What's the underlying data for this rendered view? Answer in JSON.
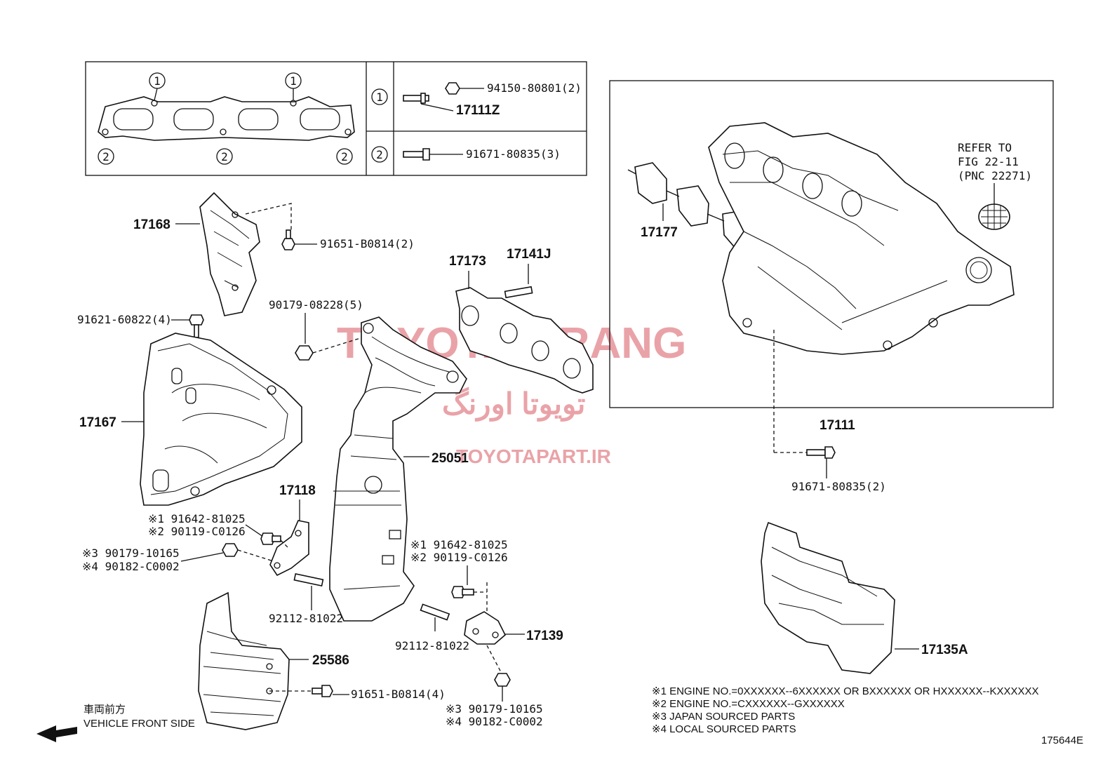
{
  "watermark": {
    "brand": "TOYOTA ORANG",
    "brand_fa": "تویوتا اورنگ",
    "site": "TOYOTAPART.IR"
  },
  "inset": {
    "circle_1": "1",
    "circle_2": "2",
    "row1_part_a": "94150-80801(2)",
    "row1_part_b": "17111Z",
    "row2_part": "91671-80835(3)"
  },
  "labels": {
    "p17168": "17168",
    "p91651_top": "91651-B0814(2)",
    "p91621": "91621-60822(4)",
    "p90179_08228": "90179-08228(5)",
    "p17173": "17173",
    "p17141J": "17141J",
    "p17177": "17177",
    "p17111": "17111",
    "refer_1": "REFER TO",
    "refer_2": "FIG 22-11",
    "refer_3": "(PNC 22271)",
    "p91671_bottom": "91671-80835(2)",
    "p17167": "17167",
    "p25051": "25051",
    "p17118": "17118",
    "left_n1": "※1 91642-81025",
    "left_n2": "※2 90119-C0126",
    "left_n3": "※3 90179-10165",
    "left_n4": "※4 90182-C0002",
    "p92112_left": "92112-81022",
    "mid_n1": "※1 91642-81025",
    "mid_n2": "※2 90119-C0126",
    "p92112_right": "92112-81022",
    "p17139": "17139",
    "p25586": "25586",
    "p91651_bottom": "91651-B0814(4)",
    "bot_n3": "※3 90179-10165",
    "bot_n4": "※4 90182-C0002",
    "p17135A": "17135A"
  },
  "front": {
    "jp": "車両前方",
    "en": "VEHICLE FRONT SIDE"
  },
  "notes": [
    "※1 ENGINE NO.=0XXXXXX--6XXXXXX OR BXXXXXX OR HXXXXXX--KXXXXXX",
    "※2 ENGINE NO.=CXXXXXX--GXXXXXX",
    "※3 JAPAN SOURCED PARTS",
    "※4 LOCAL SOURCED PARTS"
  ],
  "figure_id": "175644E"
}
